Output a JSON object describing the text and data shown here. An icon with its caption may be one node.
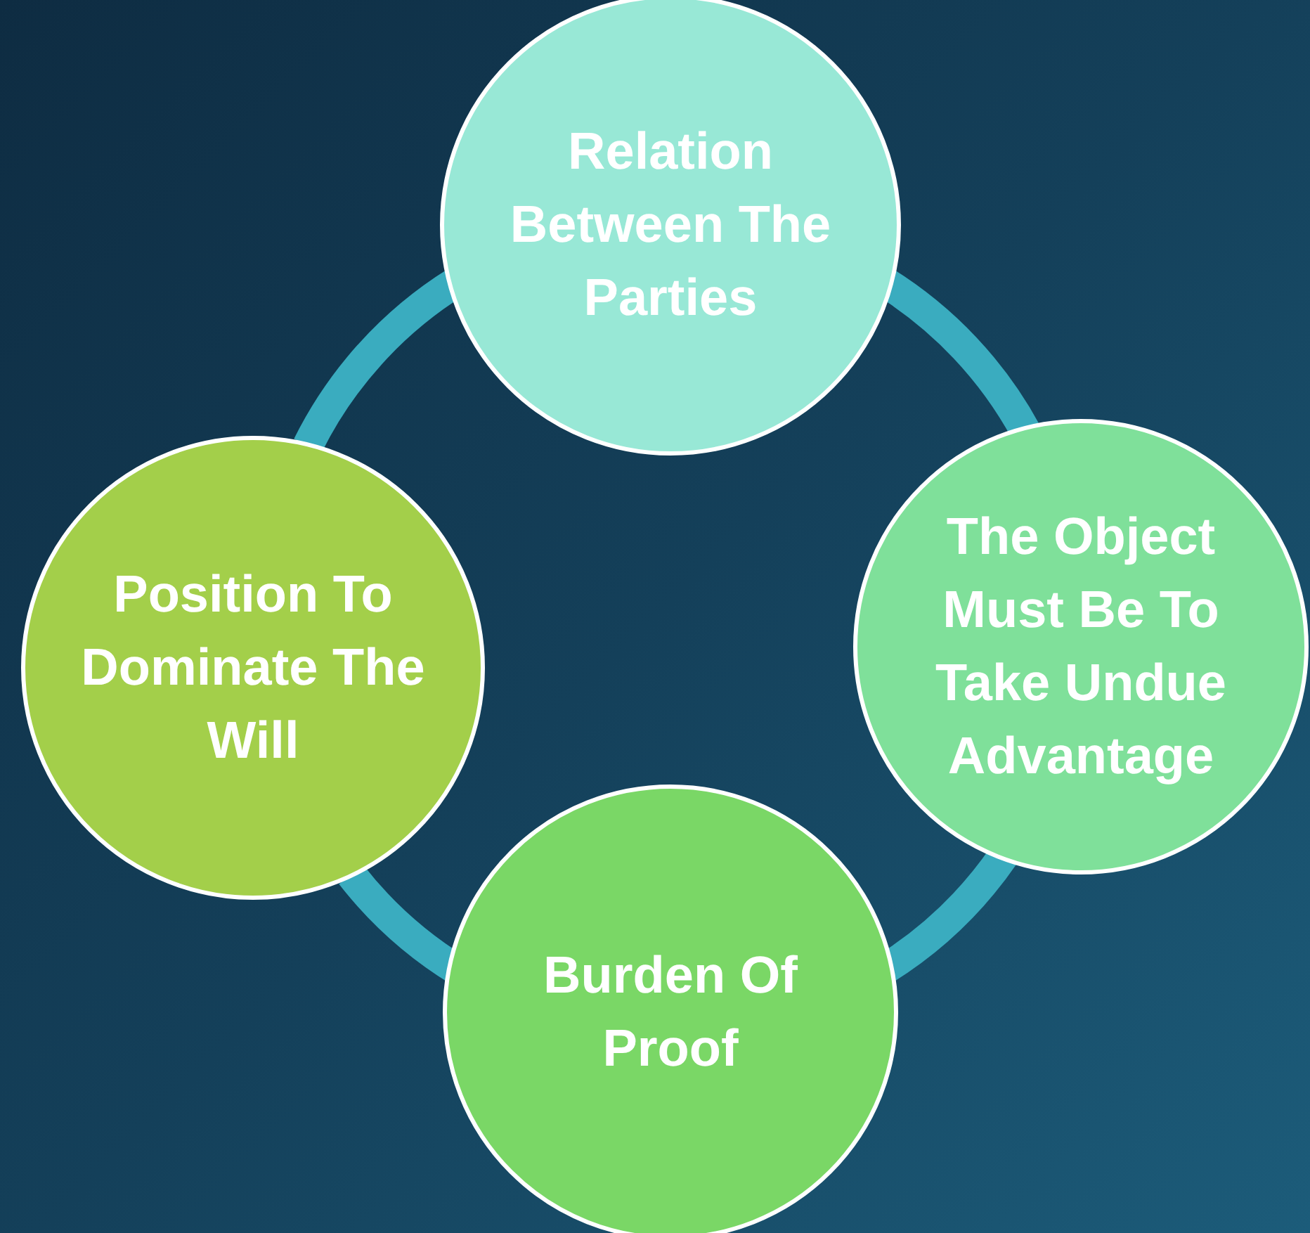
{
  "diagram": {
    "nodes": [
      {
        "text": [
          "Relation Between The Parties"
        ]
      },
      {
        "text": [
          "The Object Must Be To Take Undue Advantage"
        ]
      },
      {
        "text": [
          "Burden Of Proof"
        ]
      },
      {
        "text": [
          "Position To Dominate The Will"
        ]
      }
    ],
    "edges": [
      {
        "from": 0,
        "to": 1,
        "arrow": "none"
      },
      {
        "from": 1,
        "to": 2,
        "arrow": "none"
      },
      {
        "from": 2,
        "to": 3,
        "arrow": "none"
      },
      {
        "from": 3,
        "to": 0,
        "arrow": "none"
      }
    ]
  }
}
